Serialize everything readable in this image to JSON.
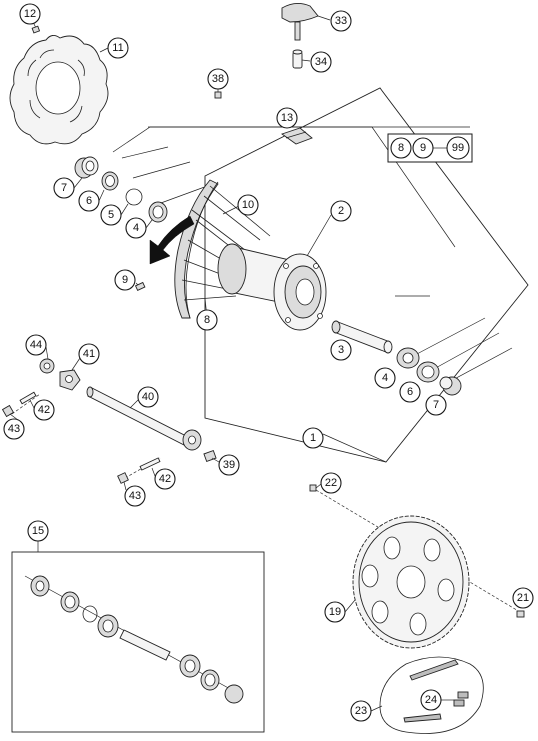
{
  "callouts": {
    "c1": "1",
    "c2": "2",
    "c3": "3",
    "c4a": "4",
    "c4b": "4",
    "c5": "5",
    "c6a": "6",
    "c6b": "6",
    "c7a": "7",
    "c7b": "7",
    "c8": "8",
    "c9": "9",
    "c10": "10",
    "c11": "11",
    "c12": "12",
    "c13": "13",
    "c15": "15",
    "c19": "19",
    "c21": "21",
    "c22": "22",
    "c23": "23",
    "c24": "24",
    "c33": "33",
    "c34": "34",
    "c38": "38",
    "c39": "39",
    "c40": "40",
    "c41": "41",
    "c42a": "42",
    "c42b": "42",
    "c43a": "43",
    "c43b": "43",
    "c44": "44"
  },
  "kit_box": {
    "a": "8",
    "b": "9",
    "result": "99"
  },
  "icons": {
    "rotation_arrow": "rotation-direction-arrow-icon"
  }
}
